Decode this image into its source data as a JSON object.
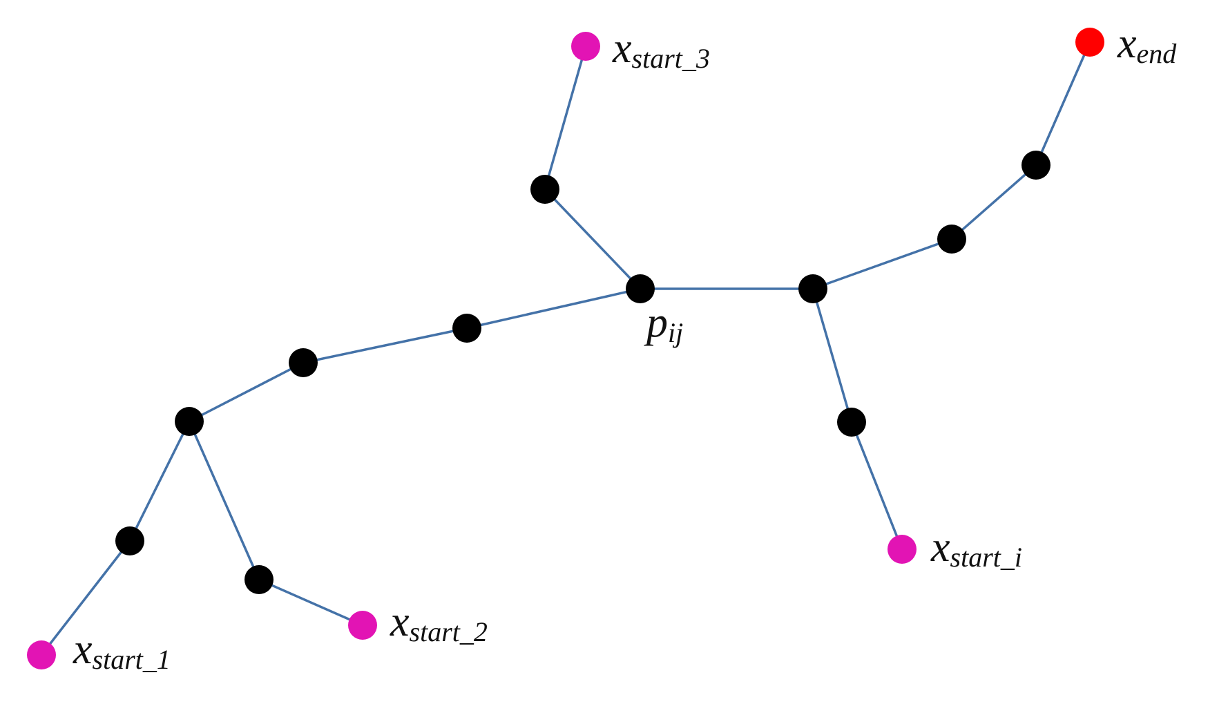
{
  "colors": {
    "edge": "#4472a8",
    "node_inner": "#000000",
    "node_start": "#e214b4",
    "node_end": "#ff0000"
  },
  "labels": {
    "start_1": {
      "main": "x",
      "sub": "start_1"
    },
    "start_2": {
      "main": "x",
      "sub": "start_2"
    },
    "start_3": {
      "main": "x",
      "sub": "start_3"
    },
    "start_i": {
      "main": "x",
      "sub": "start_i"
    },
    "end": {
      "main": "x",
      "sub": "end"
    },
    "pij": {
      "main": "p",
      "sub": "ij"
    }
  }
}
